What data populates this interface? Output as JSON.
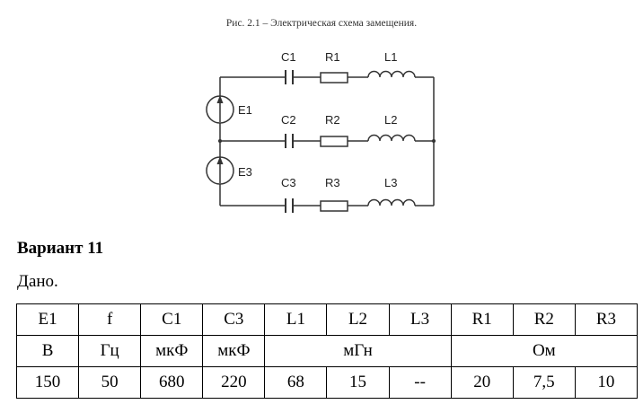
{
  "caption": "Рис. 2.1 – Электрическая схема замещения.",
  "circuit": {
    "labels": {
      "E1": "E1",
      "E3": "E3",
      "C1": "C1",
      "C2": "C2",
      "C3": "C3",
      "R1": "R1",
      "R2": "R2",
      "R3": "R3",
      "L1": "L1",
      "L2": "L2",
      "L3": "L3"
    }
  },
  "variant": "Вариант 11",
  "given": "Дано.",
  "table": {
    "headers": [
      "E1",
      "f",
      "C1",
      "C3",
      "L1",
      "L2",
      "L3",
      "R1",
      "R2",
      "R3"
    ],
    "units": {
      "E1": "В",
      "f": "Гц",
      "C1": "мкФ",
      "C3": "мкФ",
      "L": "мГн",
      "R": "Ом"
    },
    "values": [
      "150",
      "50",
      "680",
      "220",
      "68",
      "15",
      "--",
      "20",
      "7,5",
      "10"
    ]
  }
}
